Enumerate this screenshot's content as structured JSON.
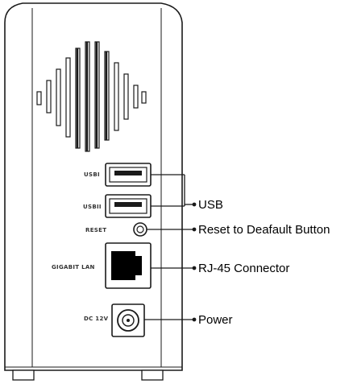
{
  "diagram": {
    "port_labels": {
      "usb_1": "USBI",
      "usb_2": "USBII",
      "reset": "RESET",
      "lan": "GIGABIT LAN",
      "dc": "DC 12V"
    },
    "callouts": {
      "usb": "USB",
      "reset": "Reset to Deafault Button",
      "rj45": "RJ-45 Connector",
      "power": "Power"
    },
    "colors": {
      "line": "#1a1a1a",
      "port_fill": "#000000",
      "label_text": "#333333"
    }
  }
}
